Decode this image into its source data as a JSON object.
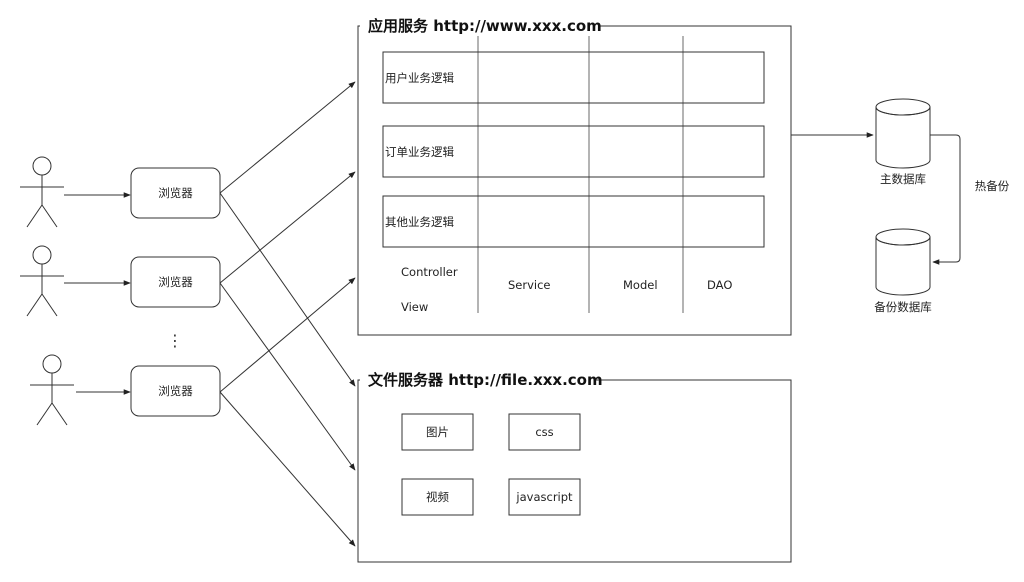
{
  "actors": [
    {
      "browser_label": "浏览器"
    },
    {
      "browser_label": "浏览器"
    },
    {
      "browser_label": "浏览器"
    }
  ],
  "ellipsis": "⋮",
  "app_service": {
    "title": "应用服务  http://www.xxx.com",
    "rows": [
      "用户业务逻辑",
      "订单业务逻辑",
      "其他业务逻辑"
    ],
    "layers": {
      "controller": "Controller",
      "view": "View",
      "service": "Service",
      "model": "Model",
      "dao": "DAO"
    }
  },
  "file_service": {
    "title": "文件服务器 http://file.xxx.com",
    "items": [
      "图片",
      "css",
      "视频",
      "javascript"
    ]
  },
  "databases": {
    "primary": "主数据库",
    "backup": "备份数据库",
    "hot_backup": "热备份"
  }
}
